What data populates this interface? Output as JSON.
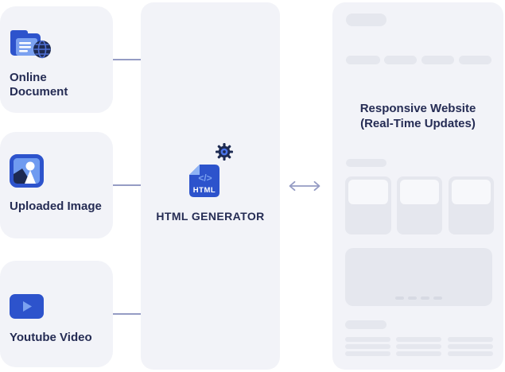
{
  "diagram": {
    "sources": [
      {
        "label": "Online Document",
        "icon": "online-document-folder-globe-icon"
      },
      {
        "label": "Uploaded Image",
        "icon": "uploaded-image-icon"
      },
      {
        "label": "Youtube Video",
        "icon": "youtube-play-icon"
      }
    ],
    "generator": {
      "title": "HTML GENERATOR",
      "file_label": "HTML",
      "code_glyph": "</>",
      "gear_icon": "gear-icon"
    },
    "website": {
      "title_line1": "Responsive Website",
      "title_line2": "(Real-Time Updates)"
    },
    "colors": {
      "panel_bg": "#f2f3f8",
      "wireframe_gray": "#e5e7ee",
      "wireframe_dark": "#d7dae3",
      "inner_thumb": "#f7f8fb",
      "primary_blue": "#2d53cc",
      "light_blue": "#7ba1f0",
      "sky_blue": "#6f9bf0",
      "dark_navy": "#1d2a52",
      "text_navy": "#252c54",
      "connector_line": "#959cc4"
    }
  }
}
